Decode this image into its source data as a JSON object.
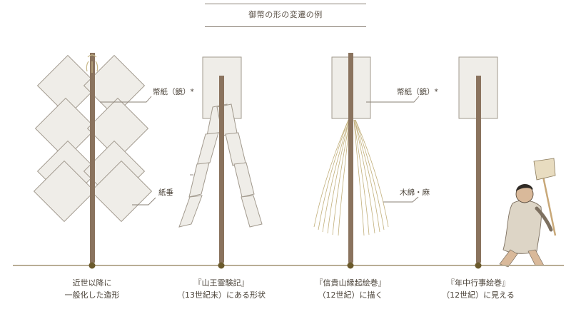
{
  "title": "御幣の形の変遷の例",
  "labels": {
    "heishi_left": "幣紙（鏡）*",
    "shide": "紙垂",
    "heishi_right": "幣紙（鏡）*",
    "yuu_asa": "木綿・麻"
  },
  "captions": [
    {
      "line1": "近世以降に",
      "line2": "一般化した造形"
    },
    {
      "line1": "『山王霊験記』",
      "line2": "（13世紀末）にある形状"
    },
    {
      "line1": "『信貴山縁起絵巻』",
      "line2": "（12世紀）に描く"
    },
    {
      "line1": "『年中行事絵巻』",
      "line2": "（12世紀）に見える"
    }
  ],
  "colors": {
    "paper_fill": "#efede8",
    "paper_stroke": "#a29a8e",
    "pole": "#8a735e",
    "timeline": "#b9ad95",
    "dot": "#6b5a2c",
    "fiber": "#c2b07c"
  }
}
